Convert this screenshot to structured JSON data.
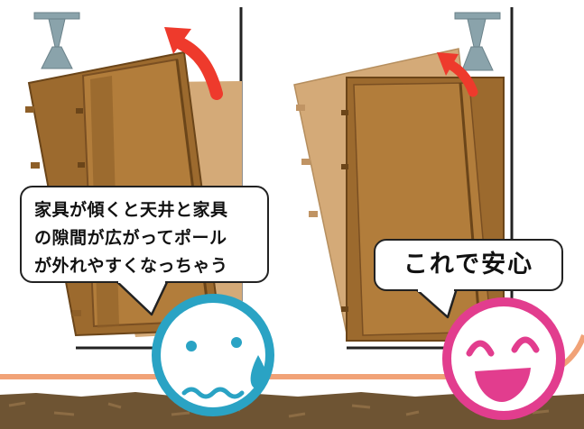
{
  "panels": {
    "left": {
      "message_lines": [
        "家具が傾くと天井と家具",
        "の隙間が広がってポール",
        "が外れやすくなっちゃう"
      ],
      "face": "worried-face-icon",
      "face_color": "#2aa3c4",
      "arrow_color": "#ee3a2c"
    },
    "right": {
      "message": "これで安心",
      "face": "happy-face-icon",
      "face_color": "#e23d8e",
      "arrow_color": "#ee3a2c"
    }
  },
  "colors": {
    "wood_dark": "#9c6a2e",
    "wood_mid": "#b27d3b",
    "wood_light": "#d4aa78",
    "pole": "#8aa3ab",
    "wall_line": "#222222",
    "floor_curve": "#f1a277",
    "ground": "#6e5433"
  }
}
